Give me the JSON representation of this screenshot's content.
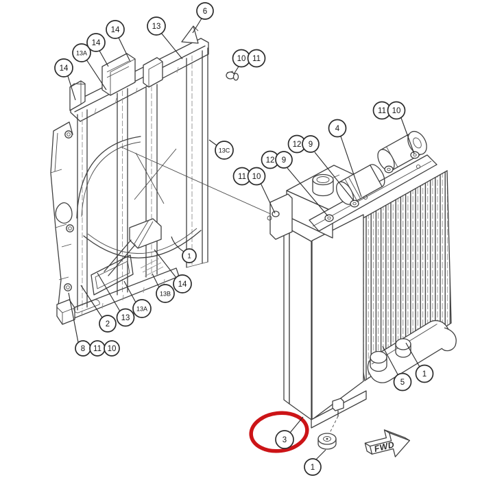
{
  "colors": {
    "line": "#3f3f3f",
    "highlight_red": "#cc1417",
    "balloon_fill": "#ffffff",
    "text": "#141414",
    "background": "#ffffff"
  },
  "fwd_label": "FWD",
  "highlight": {
    "shape": "ellipse",
    "around_callout": "3"
  },
  "callouts": [
    {
      "label": "14"
    },
    {
      "label": "13A"
    },
    {
      "label": "14"
    },
    {
      "label": "14"
    },
    {
      "label": "13"
    },
    {
      "label": "6"
    },
    {
      "label": "10"
    },
    {
      "label": "11"
    },
    {
      "label": "13C"
    },
    {
      "label": "1"
    },
    {
      "label": "14"
    },
    {
      "label": "13B"
    },
    {
      "label": "13A"
    },
    {
      "label": "13"
    },
    {
      "label": "2"
    },
    {
      "label": "8"
    },
    {
      "label": "11"
    },
    {
      "label": "10"
    },
    {
      "label": "11"
    },
    {
      "label": "10"
    },
    {
      "label": "12"
    },
    {
      "label": "9"
    },
    {
      "label": "12"
    },
    {
      "label": "9"
    },
    {
      "label": "4"
    },
    {
      "label": "11"
    },
    {
      "label": "10"
    },
    {
      "label": "5"
    },
    {
      "label": "1"
    },
    {
      "label": "3"
    },
    {
      "label": "1"
    }
  ]
}
